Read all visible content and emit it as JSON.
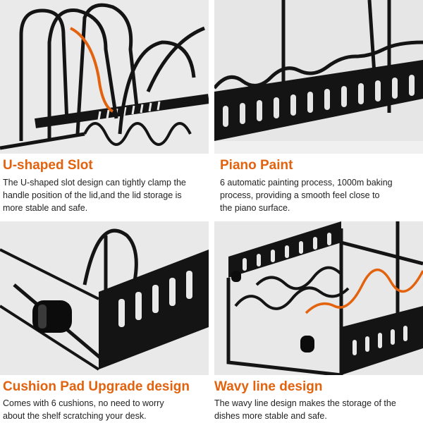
{
  "theme": {
    "accent": "#e2620e",
    "text": "#222222",
    "metal": "#141414",
    "photo_bg": "#e8e8e8"
  },
  "features": [
    {
      "title": "U-shaped Slot",
      "lines": [
        "The U-shaped slot design can tightly clamp the",
        "handle position of the lid,and the lid storage is",
        "more stable and safe."
      ],
      "image": "u-shaped-slot-rack-photo"
    },
    {
      "title": "Piano Paint",
      "lines": [
        "6 automatic painting process, 1000m baking",
        "process, providing a smooth feel close to",
        "the piano surface."
      ],
      "image": "piano-paint-rack-photo"
    },
    {
      "title": "Cushion Pad Upgrade design",
      "lines": [
        "Comes with 6 cushions, no need to worry",
        "about the shelf scratching your desk."
      ],
      "image": "cushion-pad-rack-photo"
    },
    {
      "title": "Wavy line design",
      "lines": [
        "The wavy line design makes the storage of the",
        "dishes more stable and safe."
      ],
      "image": "wavy-line-rack-photo"
    }
  ]
}
